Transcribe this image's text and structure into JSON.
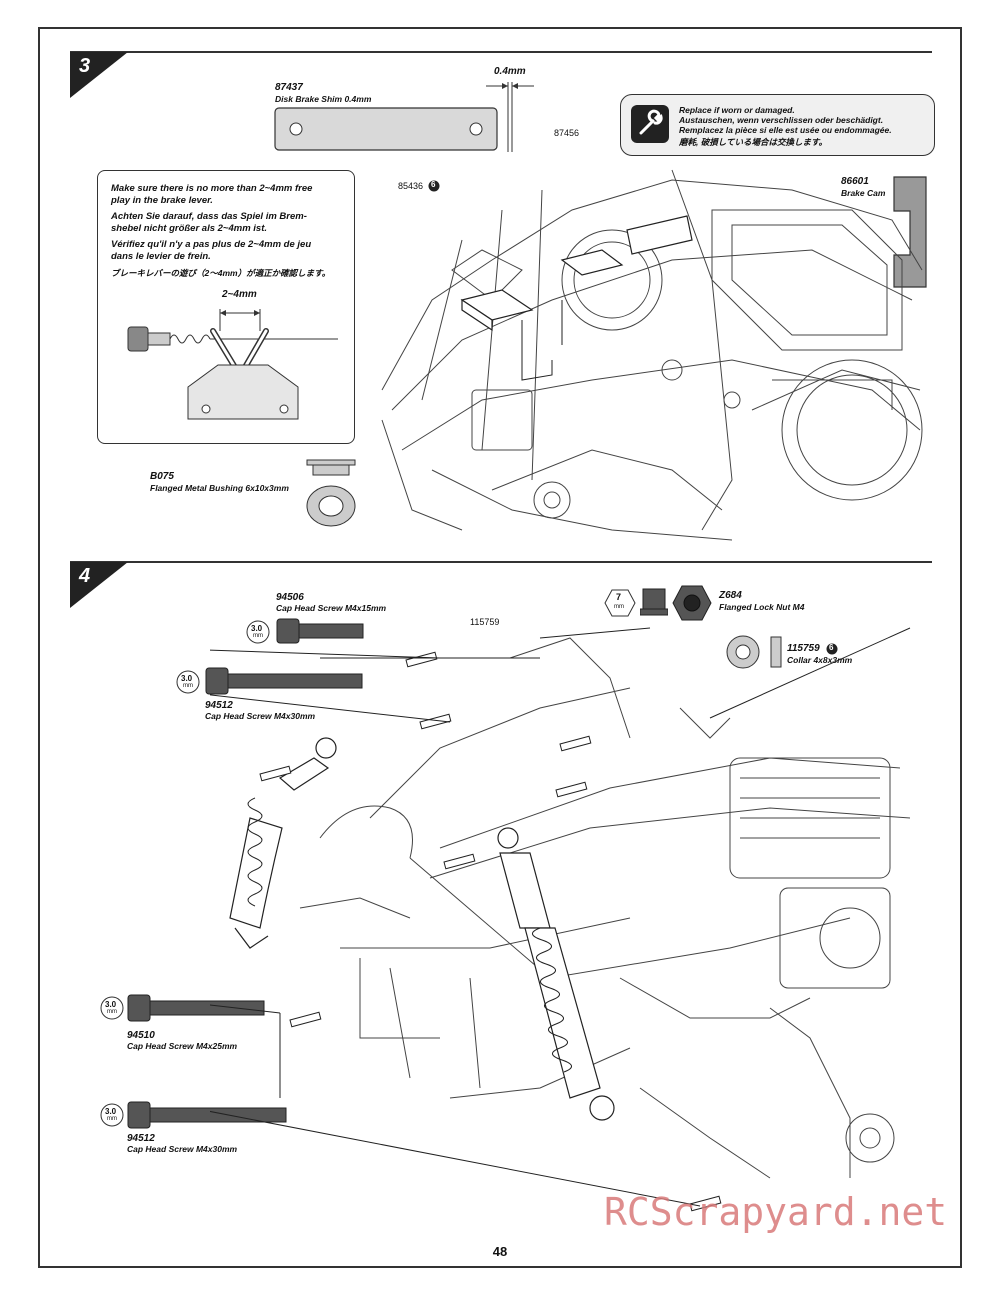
{
  "page_number": "48",
  "watermark": "RCScrapyard.net",
  "step3": {
    "number": "3",
    "shim": {
      "code": "87437",
      "name": "Disk Brake Shim 0.4mm"
    },
    "shim_thickness": "0.4mm",
    "shim_callout": "87456",
    "screw_callout": "85436",
    "screw_callout_badge": "6",
    "brake_cam": {
      "code": "86601",
      "name": "Brake Cam"
    },
    "bushing": {
      "code": "B075",
      "name": "Flanged Metal Bushing 6x10x3mm"
    },
    "note": {
      "lines": [
        "Make sure there is no more than 2~4mm free",
        "play in the brake lever.",
        "Achten Sie darauf, dass das Spiel im Brem-",
        "shebel nicht größer als 2~4mm ist.",
        "Vérifiez qu'il n'y a pas plus de 2~4mm de jeu",
        "dans le levier de frein.",
        "ブレーキレバーの遊び（2～4mm）が適正か確認します。"
      ],
      "dimension": "2~4mm"
    },
    "warning": {
      "icon": "wrench-icon",
      "lines": [
        "Replace if worn or damaged.",
        "Austauschen, wenn verschlissen oder beschädigt.",
        "Remplacez la pièce si elle est usée ou endommagée.",
        "磨耗, 破損している場合は交換します。"
      ]
    }
  },
  "step4": {
    "number": "4",
    "screw_94506": {
      "code": "94506",
      "name": "Cap Head Screw M4x15mm",
      "tool": "3.0",
      "tool_unit": "mm"
    },
    "screw_94512_top": {
      "code": "94512",
      "name": "Cap Head Screw M4x30mm",
      "tool": "3.0",
      "tool_unit": "mm"
    },
    "screw_94510": {
      "code": "94510",
      "name": "Cap Head Screw M4x25mm",
      "tool": "3.0",
      "tool_unit": "mm"
    },
    "screw_94512_bottom": {
      "code": "94512",
      "name": "Cap Head Screw M4x30mm",
      "tool": "3.0",
      "tool_unit": "mm"
    },
    "lock_nut": {
      "code": "Z684",
      "name": "Flanged Lock Nut M4",
      "tool": "7",
      "tool_unit": "mm"
    },
    "collar": {
      "code": "115759",
      "name": "Collar 4x8x3mm",
      "badge": "6"
    },
    "collar_callout": "115759"
  }
}
